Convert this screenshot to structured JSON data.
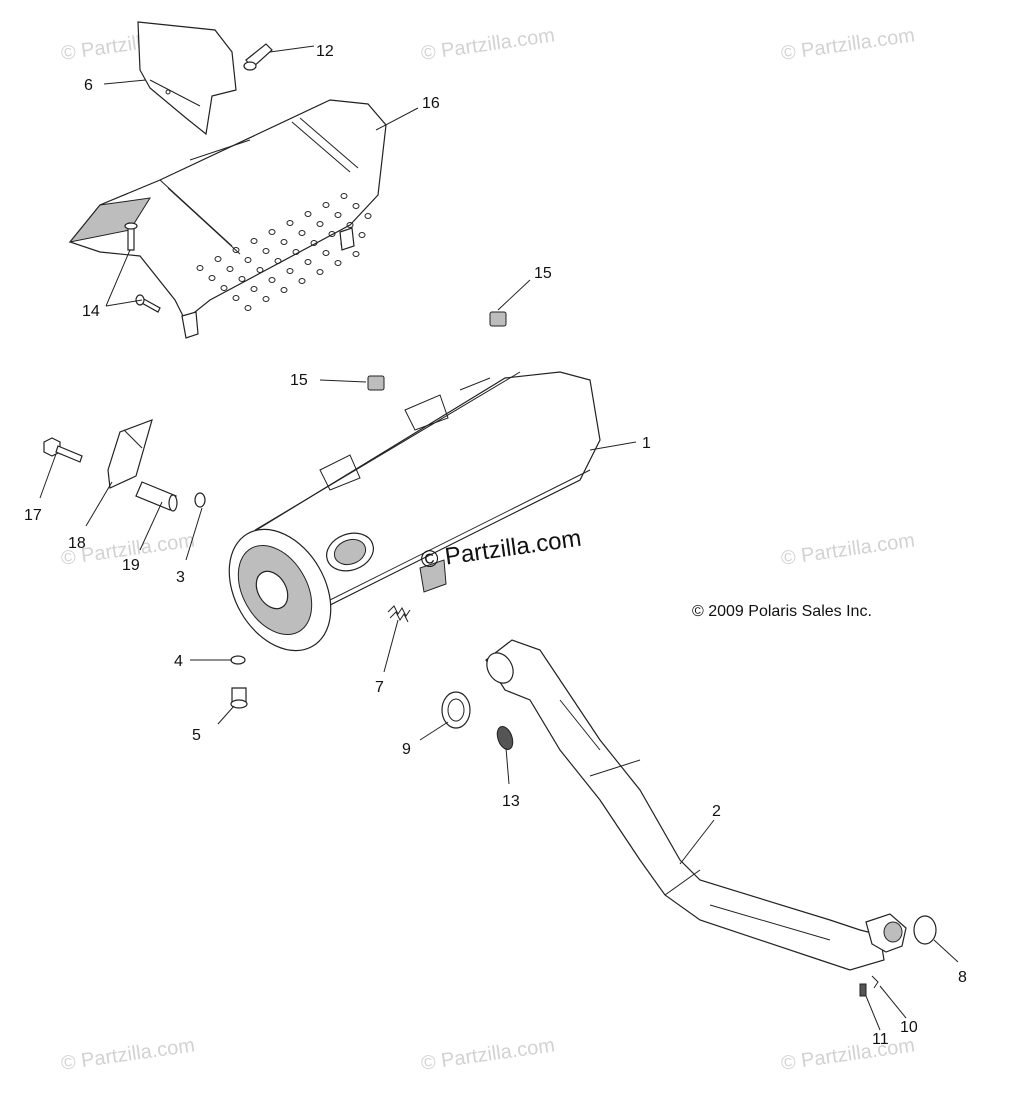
{
  "diagram": {
    "copyright": "© 2009 Polaris Sales Inc.",
    "watermark_main": "© Partzilla.com",
    "watermark_faint": "© Partzilla.com",
    "callouts": {
      "c1": "1",
      "c2": "2",
      "c3": "3",
      "c4": "4",
      "c5": "5",
      "c6": "6",
      "c7": "7",
      "c8": "8",
      "c9": "9",
      "c10": "10",
      "c11": "11",
      "c12": "12",
      "c13": "13",
      "c14": "14",
      "c15a": "15",
      "c15b": "15",
      "c16": "16",
      "c17": "17",
      "c18": "18",
      "c19": "19"
    }
  }
}
